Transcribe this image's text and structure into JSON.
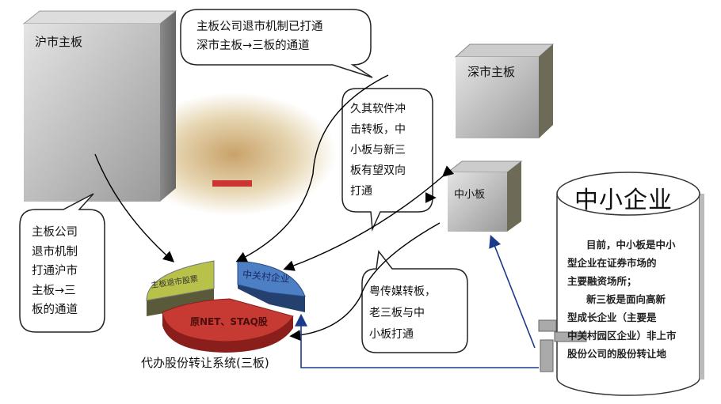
{
  "boxes": {
    "shanghai": "沪市主板",
    "shenzhen": "深市主板",
    "sme_board": "中小板"
  },
  "bubbles": {
    "top": [
      "主板公司退市机制已打通",
      "深市主板→三板的通道"
    ],
    "left": [
      "主板公司",
      "退市机制",
      "打通沪市",
      "主板→三",
      "板的通道"
    ],
    "middle": [
      "久其软件冲",
      "击转板，中",
      "小板与新三",
      "板有望双向",
      "打通"
    ],
    "bottom": [
      "粤传媒转板，",
      "老三板与中",
      "小板打通"
    ]
  },
  "pie": {
    "slices": [
      "主板退市股票",
      "中关村企业",
      "原NET、STAQ股"
    ],
    "caption": "代办股份转让系统(三板)"
  },
  "cylinder": {
    "title": "中小企业",
    "lines": [
      "目前，中小板是中小",
      "型企业在证券市场的",
      "主要融资场所；",
      "新三板是面向高新",
      "型成长企业（主要是",
      "中关村园区企业）非上市",
      "股份公司的股份转让地"
    ]
  },
  "colors": {
    "box": "#c8c8c8",
    "green": "#b8c24a",
    "blue": "#4d7fc4",
    "red": "#c73a33",
    "arrow_blue": "#1a3a8c"
  }
}
